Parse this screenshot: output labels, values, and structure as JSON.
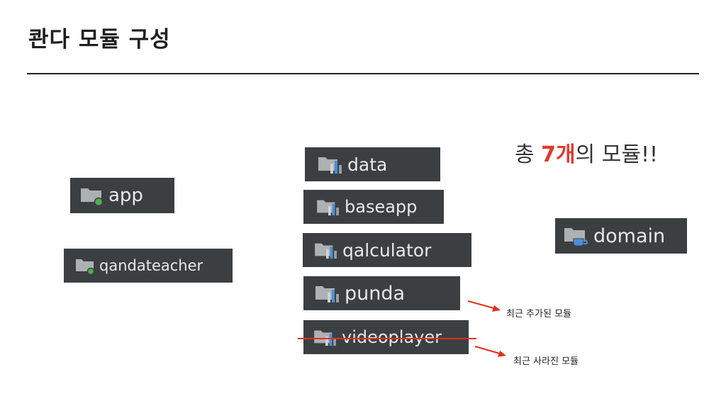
{
  "title": "콴다 모듈 구성",
  "count": {
    "prefix": "총 ",
    "number": "7개",
    "suffix": "의 모듈!!"
  },
  "modules": [
    {
      "key": "app",
      "label": "app",
      "icon": "folder-app-icon"
    },
    {
      "key": "qandateacher",
      "label": "qandateacher",
      "icon": "folder-app-icon"
    },
    {
      "key": "data",
      "label": "data",
      "icon": "folder-library-icon"
    },
    {
      "key": "baseapp",
      "label": "baseapp",
      "icon": "folder-library-icon"
    },
    {
      "key": "qalculator",
      "label": "qalculator",
      "icon": "folder-library-icon"
    },
    {
      "key": "punda",
      "label": "punda",
      "icon": "folder-library-icon"
    },
    {
      "key": "videoplayer",
      "label": "videoplayer",
      "icon": "folder-library-icon",
      "status": "removed"
    },
    {
      "key": "domain",
      "label": "domain",
      "icon": "folder-java-icon"
    }
  ],
  "notes": {
    "added": "최근 추가된 모듈",
    "removed": "최근 사라진 모듈"
  },
  "colors": {
    "module_bg": "#3c3f41",
    "accent_red": "#e03a2b",
    "app_dot": "#4caf50",
    "lib_bars": "#4a90d9",
    "java_cup": "#4a90d9"
  }
}
